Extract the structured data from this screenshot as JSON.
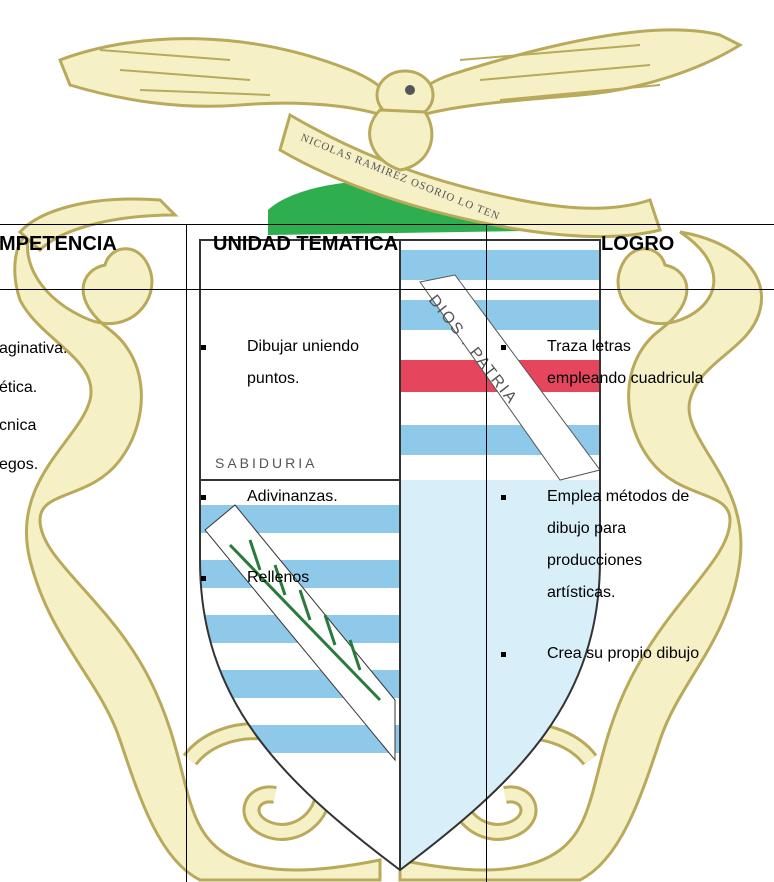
{
  "table": {
    "headers": [
      "MPETENCIA",
      "UNIDAD TEMATICA",
      "LOGRO"
    ],
    "col1_lines": [
      "aginativa.",
      "ética.",
      "cnica",
      "egos."
    ],
    "col2_items": [
      [
        "Dibujar uniendo",
        "puntos."
      ],
      [
        "Adivinanzas."
      ],
      [
        "Rellenos"
      ]
    ],
    "col3_items": [
      [
        "Traza letras",
        "empleando cuadricula"
      ],
      [
        "Emplea métodos de",
        "dibujo para",
        "producciones",
        "artísticas."
      ],
      [
        "Crea su propio dibujo"
      ]
    ]
  },
  "crest": {
    "banner_text": "NICOLAS RAMIREZ OSORIO LO TEN",
    "shield_band_text": "DIOS . PATRIA",
    "shield_label": "SABIDURIA"
  },
  "colors": {
    "ribbon": "#f6f0c6",
    "ribbon_outline": "#b9a95a",
    "sky_blue": "#8ec9ea",
    "red": "#e5465e",
    "green": "#2eae4e"
  }
}
